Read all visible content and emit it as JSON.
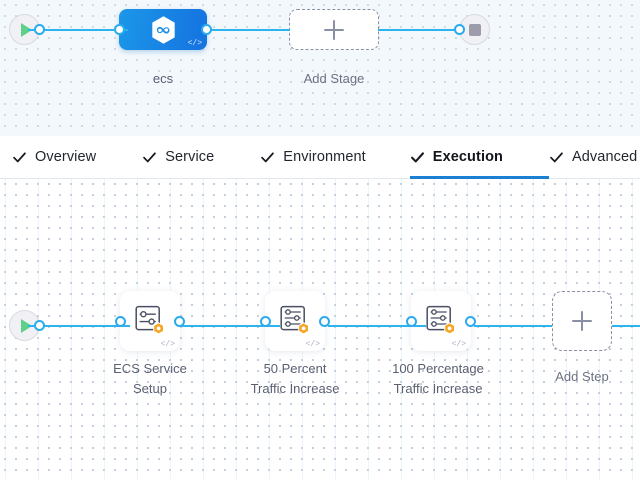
{
  "colors": {
    "edge": "#2cb4ef",
    "accent": "#1b7fd4",
    "stage_gradient_from": "#1b97e8",
    "stage_gradient_to": "#1572e0",
    "badge_orange": "#f5a623",
    "play_green": "#5fd08a",
    "label_text": "#5b6072",
    "canvas_top_bg": "#f2f8fc",
    "canvas_bottom_bg": "#ffffff"
  },
  "stage_canvas": {
    "start_node": {
      "icon": "play-icon",
      "title": "Pipeline Start"
    },
    "end_node": {
      "icon": "stop-icon",
      "title": "Pipeline End"
    },
    "stage": {
      "label": "ecs",
      "icon": "harness-hexagon-icon",
      "code_badge": "</>"
    },
    "add_stage": {
      "label": "Add Stage",
      "icon": "plus-icon"
    }
  },
  "tabs": [
    {
      "label": "Overview",
      "icon": "check-icon",
      "active": false
    },
    {
      "label": "Service",
      "icon": "check-icon",
      "active": false
    },
    {
      "label": "Environment",
      "icon": "check-icon",
      "active": false
    },
    {
      "label": "Execution",
      "icon": "check-icon",
      "active": true
    },
    {
      "label": "Advanced",
      "icon": "check-icon",
      "active": false
    }
  ],
  "step_canvas": {
    "start_node": {
      "icon": "play-icon",
      "title": "Execution Start"
    },
    "steps": [
      {
        "label": "ECS Service\nSetup",
        "icon": "step-config-icon",
        "badge_icon": "orange-hexagon-icon",
        "code_badge": "</>"
      },
      {
        "label": "50 Percent\nTraffic Increase",
        "icon": "step-config-icon",
        "badge_icon": "orange-hexagon-icon",
        "code_badge": "</>"
      },
      {
        "label": "100 Percentage\nTraffic Increase",
        "icon": "step-config-icon",
        "badge_icon": "orange-hexagon-icon",
        "code_badge": "</>"
      }
    ],
    "add_step": {
      "label": "Add Step",
      "icon": "plus-icon"
    }
  }
}
